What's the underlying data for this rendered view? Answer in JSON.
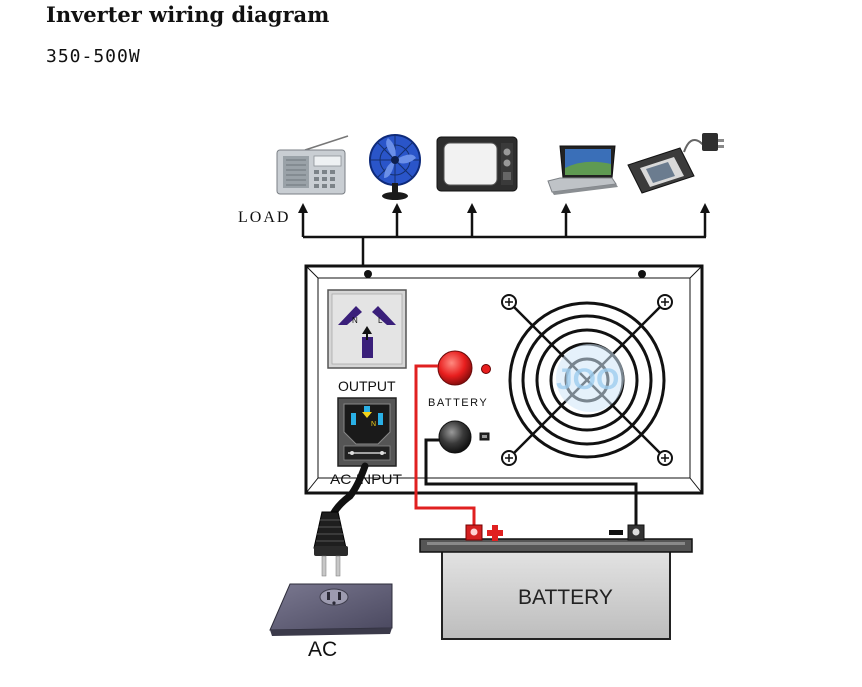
{
  "header": {
    "title": "Inverter wiring diagram",
    "subtitle": "350-500W"
  },
  "diagram": {
    "load_label": "LOAD",
    "output_label": "OUTPUT",
    "battery_panel_label": "BATTERY",
    "ac_input_label": "AC INPUT",
    "battery_label": "BATTERY",
    "ac_label": "AC",
    "socket_letters": [
      "N",
      "L"
    ],
    "plug_letter": "N",
    "fan_watermark": "JOO",
    "terminal_signs": [
      "+",
      "-"
    ],
    "loads": [
      {
        "name": "radio"
      },
      {
        "name": "fan"
      },
      {
        "name": "television"
      },
      {
        "name": "laptop"
      },
      {
        "name": "phone-charger"
      }
    ],
    "colors": {
      "positive_wire": "#e02020",
      "negative_wire": "#111111",
      "socket_accent": "#3a1f7a",
      "battery_body": "#d4d4d4",
      "battery_lid": "#555555"
    }
  }
}
